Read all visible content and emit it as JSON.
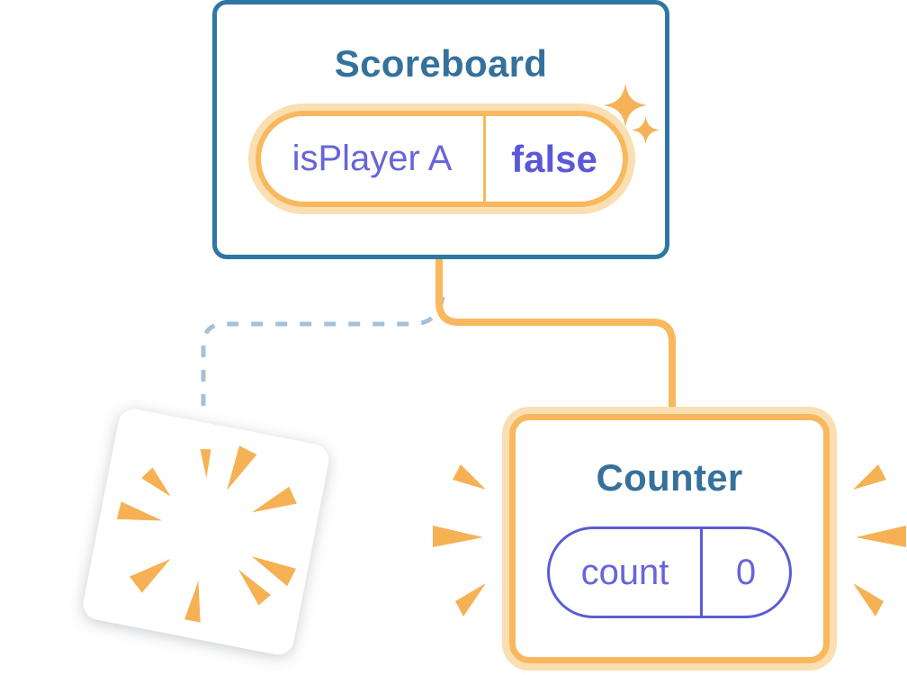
{
  "diagram": {
    "scoreboard": {
      "title": "Scoreboard",
      "state_key": "isPlayer A",
      "state_value": "false"
    },
    "counter": {
      "title": "Counter",
      "state_key": "count",
      "state_value": "0"
    }
  },
  "colors": {
    "card_border_blue": "#2E76A4",
    "title_text_blue": "#35719B",
    "orange_solid": "#F8B95E",
    "orange_halo": "#FBDFB2",
    "burst_orange": "#F6B155",
    "purple_text": "#6765D9",
    "purple_bold_text": "#5A58D6",
    "pill_border_purple": "#5B5BD6",
    "dashed_line_blue": "#A6C0D8"
  },
  "icons": {
    "sparkle_large": "sparkle-icon",
    "sparkle_small": "sparkle-icon",
    "poof_burst": "poof-burst-icon",
    "emphasis_left": "emphasis-marks-icon",
    "emphasis_right": "emphasis-marks-icon"
  }
}
